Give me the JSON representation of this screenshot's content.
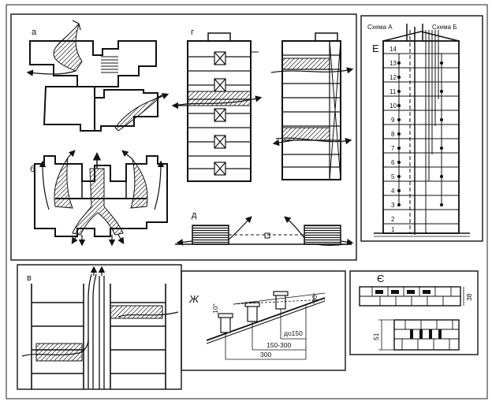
{
  "panels": {
    "a": "а",
    "b": "б",
    "v": "в",
    "g": "г",
    "d": "д",
    "e": "Е",
    "zh": "Ж",
    "ye": "Є"
  },
  "schemes": {
    "scheme_a": "Схема А",
    "scheme_b": "Схема Б"
  },
  "floor_numbers": [
    "14",
    "13",
    "12",
    "11",
    "10",
    "9",
    "8",
    "7",
    "6",
    "5",
    "4",
    "3",
    "2",
    "1"
  ],
  "dimensions": {
    "zh_50": "50",
    "zh_10deg": "10°",
    "zh_do150": "до150",
    "zh_150_300": "150-300",
    "zh_300": "300",
    "ye_38": "38",
    "ye_51": "51"
  }
}
